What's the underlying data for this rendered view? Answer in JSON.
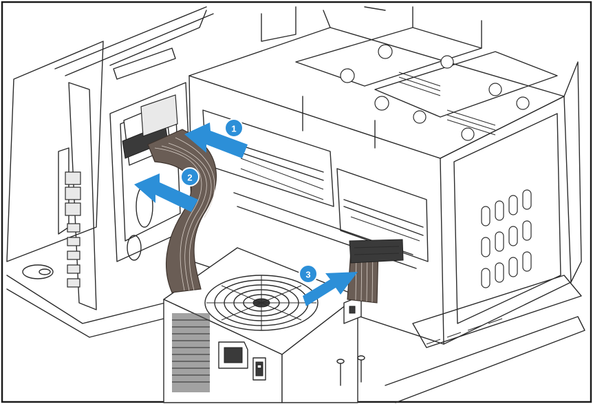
{
  "steps": [
    {
      "number": "1"
    },
    {
      "number": "2"
    },
    {
      "number": "3"
    }
  ],
  "colors": {
    "arrow": "#2c8fd8",
    "cable": "#6a5d55",
    "line": "#2b2b2b"
  },
  "icons": [
    "power-switch-icon",
    "power-socket-icon",
    "fan-grille-icon"
  ]
}
